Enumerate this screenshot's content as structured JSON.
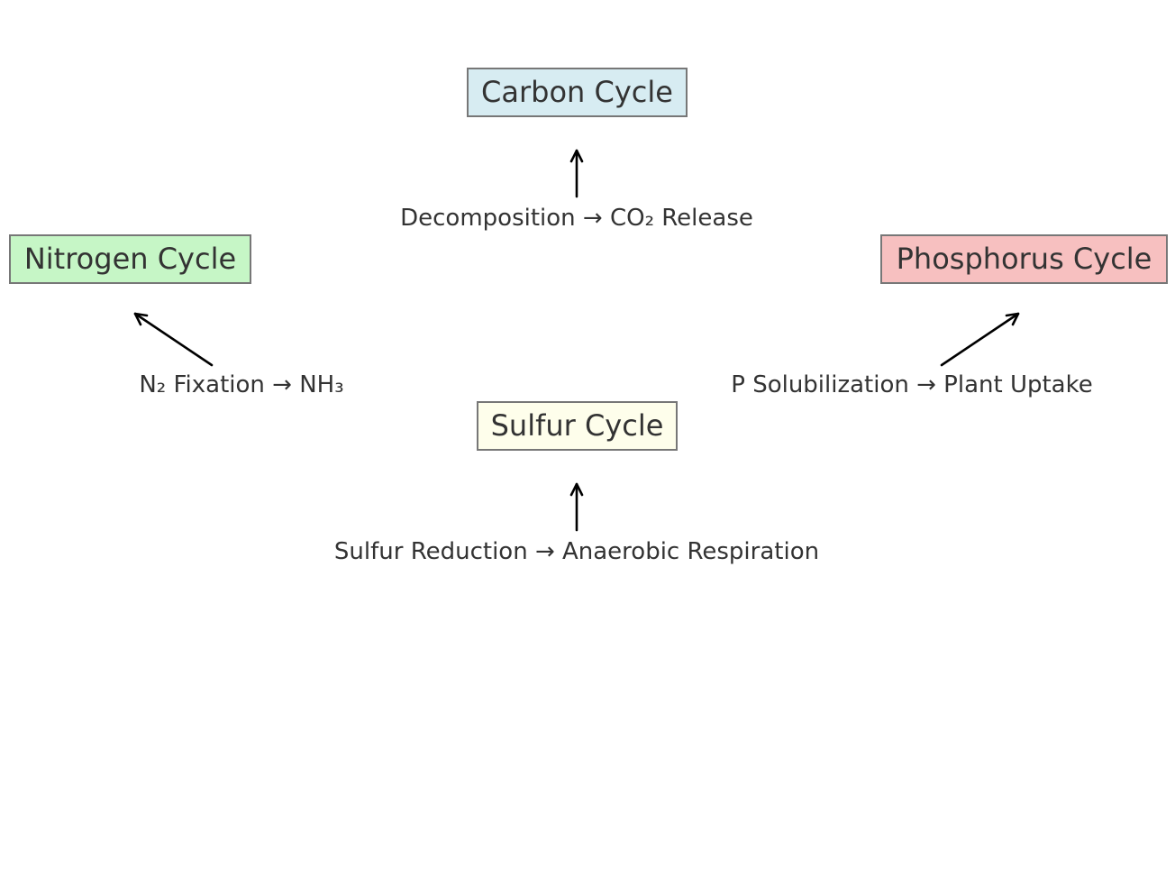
{
  "nodes": {
    "carbon": {
      "label": "Carbon Cycle",
      "fill": "#d7ecf2"
    },
    "nitrogen": {
      "label": "Nitrogen Cycle",
      "fill": "#c6f6c6"
    },
    "phosphorus": {
      "label": "Phosphorus Cycle",
      "fill": "#f7c0c0"
    },
    "sulfur": {
      "label": "Sulfur Cycle",
      "fill": "#fefeeb"
    }
  },
  "processes": {
    "carbon": "Decomposition → CO₂ Release",
    "nitrogen": "N₂ Fixation → NH₃",
    "phosphorus": "P Solubilization → Plant Uptake",
    "sulfur": "Sulfur Reduction → Anaerobic Respiration"
  },
  "colors": {
    "border": "#777777",
    "text": "#333333",
    "arrow": "#000000"
  }
}
